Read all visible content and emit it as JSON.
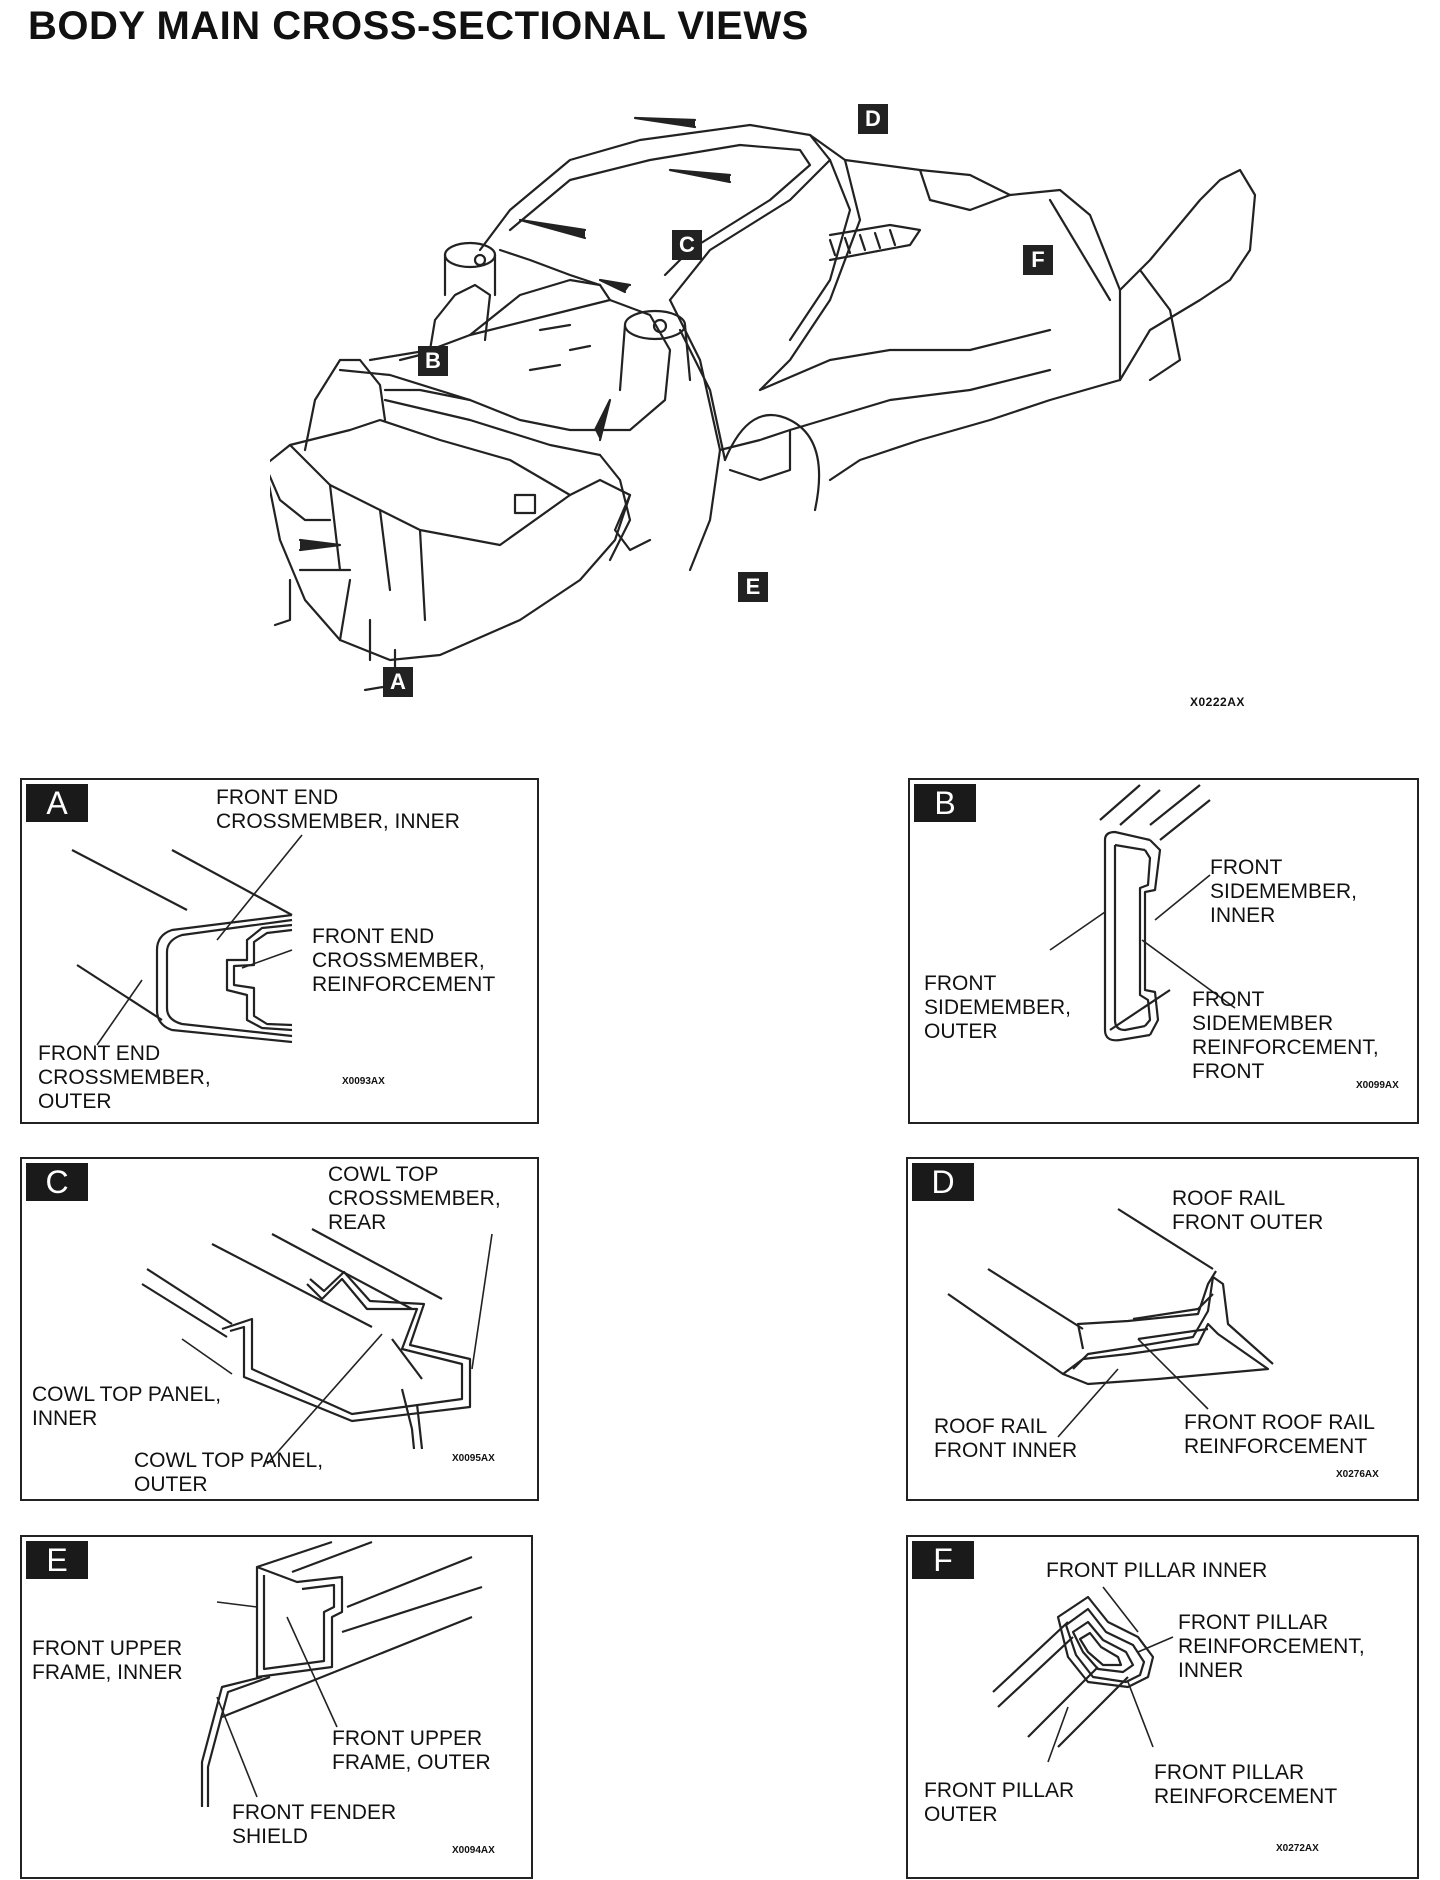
{
  "page": {
    "title": "BODY MAIN CROSS-SECTIONAL VIEWS"
  },
  "overview": {
    "code": "X0222AX",
    "markers": [
      "A",
      "B",
      "C",
      "D",
      "E",
      "F"
    ]
  },
  "panels": [
    {
      "id": "A",
      "code": "X0093AX",
      "labels": [
        "FRONT END\nCROSSMEMBER, INNER",
        "FRONT END\nCROSSMEMBER,\nREINFORCEMENT",
        "FRONT END\nCROSSMEMBER,\nOUTER"
      ]
    },
    {
      "id": "B",
      "code": "X0099AX",
      "labels": [
        "FRONT\nSIDEMEMBER,\nINNER",
        "FRONT\nSIDEMEMBER,\nOUTER",
        "FRONT\nSIDEMEMBER\nREINFORCEMENT,\nFRONT"
      ]
    },
    {
      "id": "C",
      "code": "X0095AX",
      "labels": [
        "COWL TOP\nCROSSMEMBER,\nREAR",
        "COWL TOP PANEL,\nINNER",
        "COWL TOP PANEL,\nOUTER"
      ]
    },
    {
      "id": "D",
      "code": "X0276AX",
      "labels": [
        "ROOF RAIL\nFRONT OUTER",
        "ROOF RAIL\nFRONT INNER",
        "FRONT ROOF RAIL\nREINFORCEMENT"
      ]
    },
    {
      "id": "E",
      "code": "X0094AX",
      "labels": [
        "FRONT UPPER\nFRAME, INNER",
        "FRONT UPPER\nFRAME, OUTER",
        "FRONT FENDER\nSHIELD"
      ]
    },
    {
      "id": "F",
      "code": "X0272AX",
      "labels": [
        "FRONT PILLAR INNER",
        "FRONT PILLAR\nREINFORCEMENT,\nINNER",
        "FRONT PILLAR\nOUTER",
        "FRONT PILLAR\nREINFORCEMENT"
      ]
    }
  ]
}
